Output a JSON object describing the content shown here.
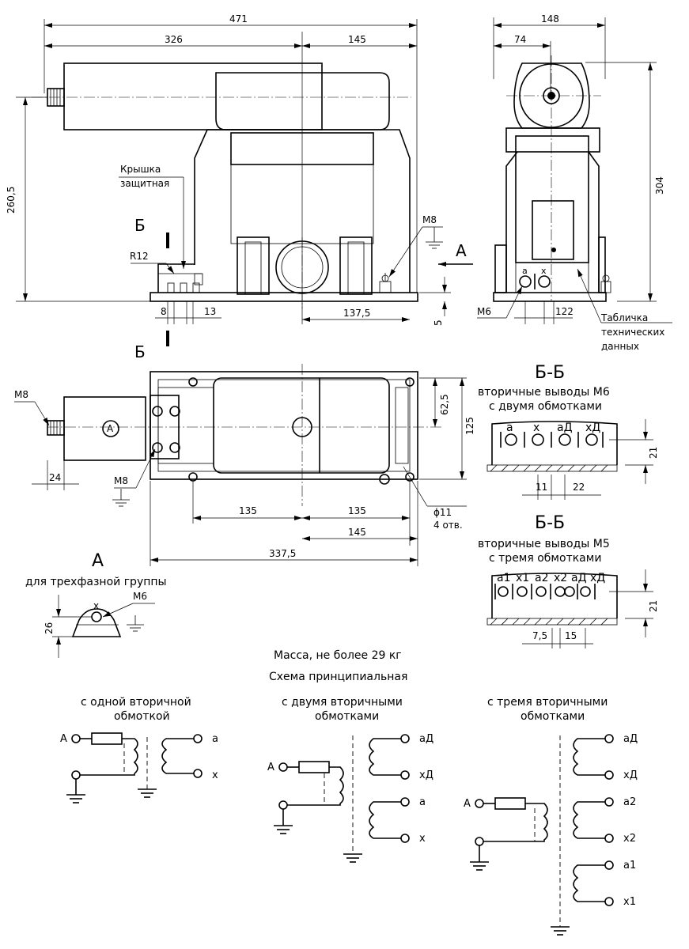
{
  "dimensions": {
    "overall_length": "471",
    "length_326": "326",
    "length_145_top": "145",
    "height_260": "260,5",
    "width_148": "148",
    "width_74": "74",
    "height_304": "304",
    "dim_8": "8",
    "dim_13": "13",
    "dim_137": "137,5",
    "dim_5": "5",
    "dim_122": "122",
    "dim_62": "62,5",
    "dim_125": "125",
    "dim_24": "24",
    "dim_135a": "135",
    "dim_135b": "135",
    "dim_145_plan": "145",
    "dim_337": "337,5",
    "hole_dia": "ϕ11",
    "hole_count": "4 отв.",
    "dim_11": "11",
    "dim_22": "22",
    "dim_21a": "21",
    "dim_7": "7,5",
    "dim_15": "15",
    "dim_21b": "21",
    "dim_26": "26"
  },
  "labels": {
    "cover_line1": "Крышка",
    "cover_line2": "защитная",
    "section_b_top": "Б",
    "section_b_bottom": "Б",
    "r12": "R12",
    "m8_front": "M8",
    "view_a_arrow": "А",
    "m6_side": "M6",
    "plate_line1": "Табличка",
    "plate_line2": "технических",
    "plate_line3": "данных",
    "m8_plan_left": "M8",
    "m8_plan_bottom": "M8",
    "circle_a": "А",
    "terminal_a": "a",
    "terminal_x": "x"
  },
  "section_bb_1": {
    "title": "Б-Б",
    "line1": "вторичные выводы М6",
    "line2": "с двумя обмотками",
    "terminals": [
      "a",
      "x",
      "aД",
      "xД"
    ]
  },
  "section_bb_2": {
    "title": "Б-Б",
    "line1": "вторичные выводы М5",
    "line2": "с тремя обмотками",
    "terminals": [
      "a1",
      "x1",
      "a2",
      "x2",
      "aД",
      "xД"
    ]
  },
  "view_a": {
    "title": "А",
    "subtitle": "для трехфазной группы",
    "m6": "M6",
    "x_label": "x"
  },
  "mass": "Масса, не более 29 кг",
  "schema_title": "Схема принципиальная",
  "schemes": {
    "one": {
      "line1": "с одной вторичной",
      "line2": "обмоткой",
      "primary": "A",
      "a": "a",
      "x": "x"
    },
    "two": {
      "line1": "с двумя вторичными",
      "line2": "обмотками",
      "primary": "A",
      "ad": "aД",
      "xd": "xД",
      "a": "a",
      "x": "x"
    },
    "three": {
      "line1": "с тремя вторичными",
      "line2": "обмотками",
      "primary": "A",
      "ad": "aД",
      "xd": "xД",
      "a2": "a2",
      "x2": "x2",
      "a1": "a1",
      "x1": "x1"
    }
  }
}
